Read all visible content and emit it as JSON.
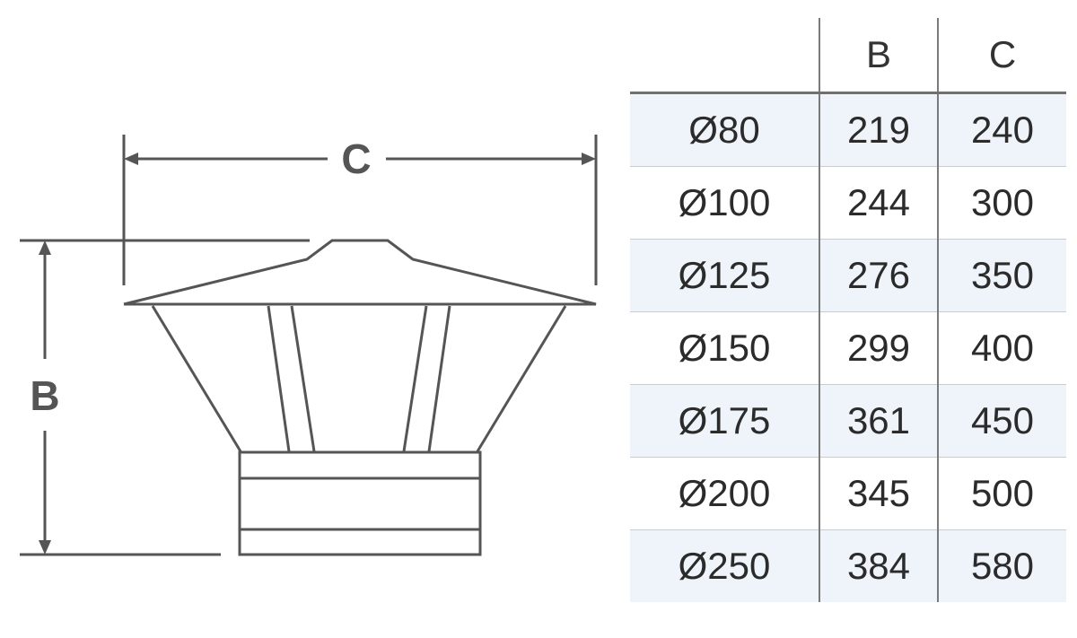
{
  "diagram": {
    "dim_c_label": "C",
    "dim_b_label": "B"
  },
  "table": {
    "headers": [
      "",
      "B",
      "C"
    ],
    "rows": [
      {
        "d": "Ø80",
        "b": "219",
        "c": "240"
      },
      {
        "d": "Ø100",
        "b": "244",
        "c": "300"
      },
      {
        "d": "Ø125",
        "b": "276",
        "c": "350"
      },
      {
        "d": "Ø150",
        "b": "299",
        "c": "400"
      },
      {
        "d": "Ø175",
        "b": "361",
        "c": "450"
      },
      {
        "d": "Ø200",
        "b": "345",
        "c": "500"
      },
      {
        "d": "Ø250",
        "b": "384",
        "c": "580"
      }
    ]
  },
  "colors": {
    "line": "#555555",
    "row_shade": "#eef4f9",
    "text": "#2b2b2b"
  }
}
